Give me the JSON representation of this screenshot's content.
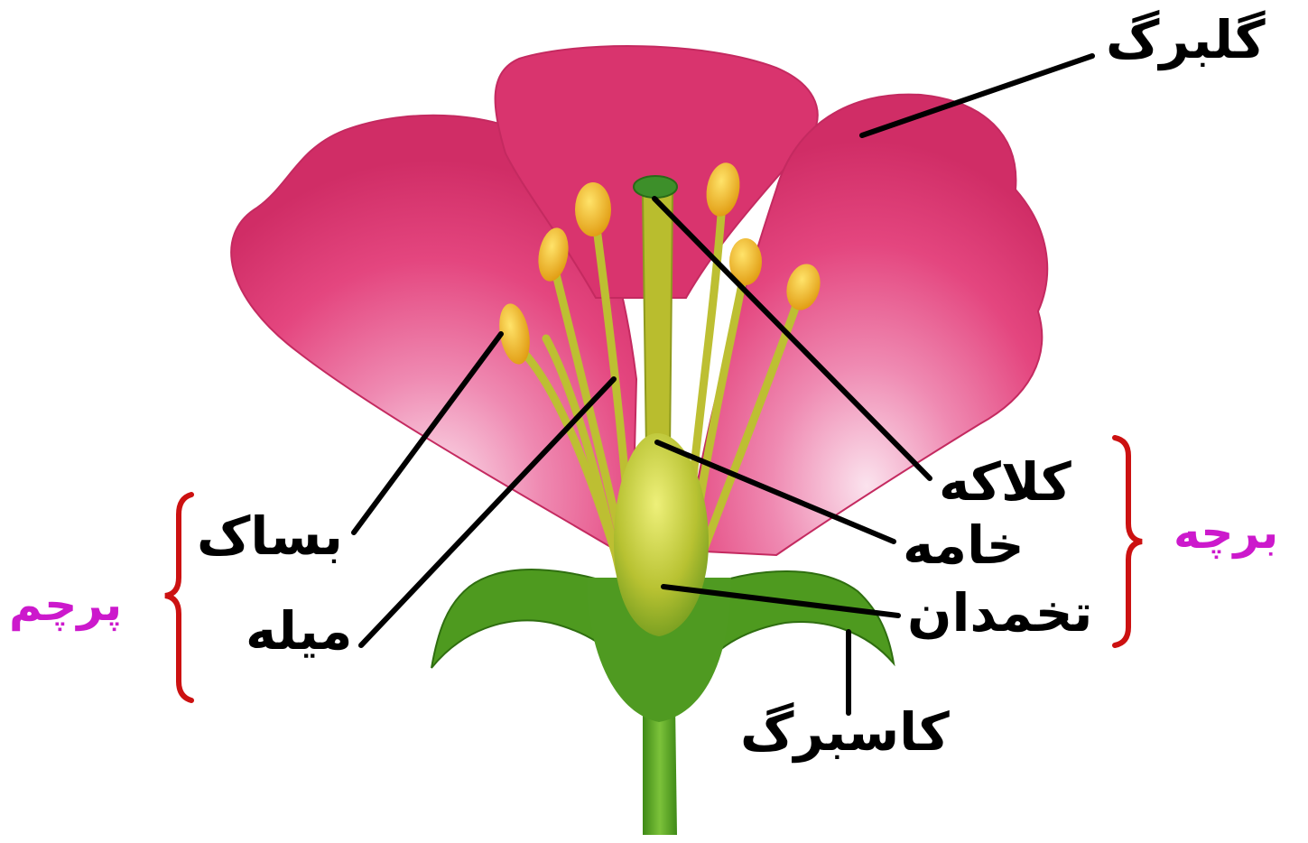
{
  "labels": {
    "petal": "گلبرگ",
    "stigma": "کلاکه",
    "style": "خامه",
    "ovary": "تخمدان",
    "sepal": "کاسبرگ",
    "anther": "بساک",
    "filament": "میله",
    "carpel_group": "برچه",
    "stamen_group": "پرچم"
  },
  "colors": {
    "petal": "#e8457f",
    "petal_dark": "#cf2a63",
    "stamen": "#c9c83a",
    "anther": "#f2b51e",
    "green": "#5aa523",
    "bracket": "#cc1111",
    "group_label": "#cc19cc"
  }
}
